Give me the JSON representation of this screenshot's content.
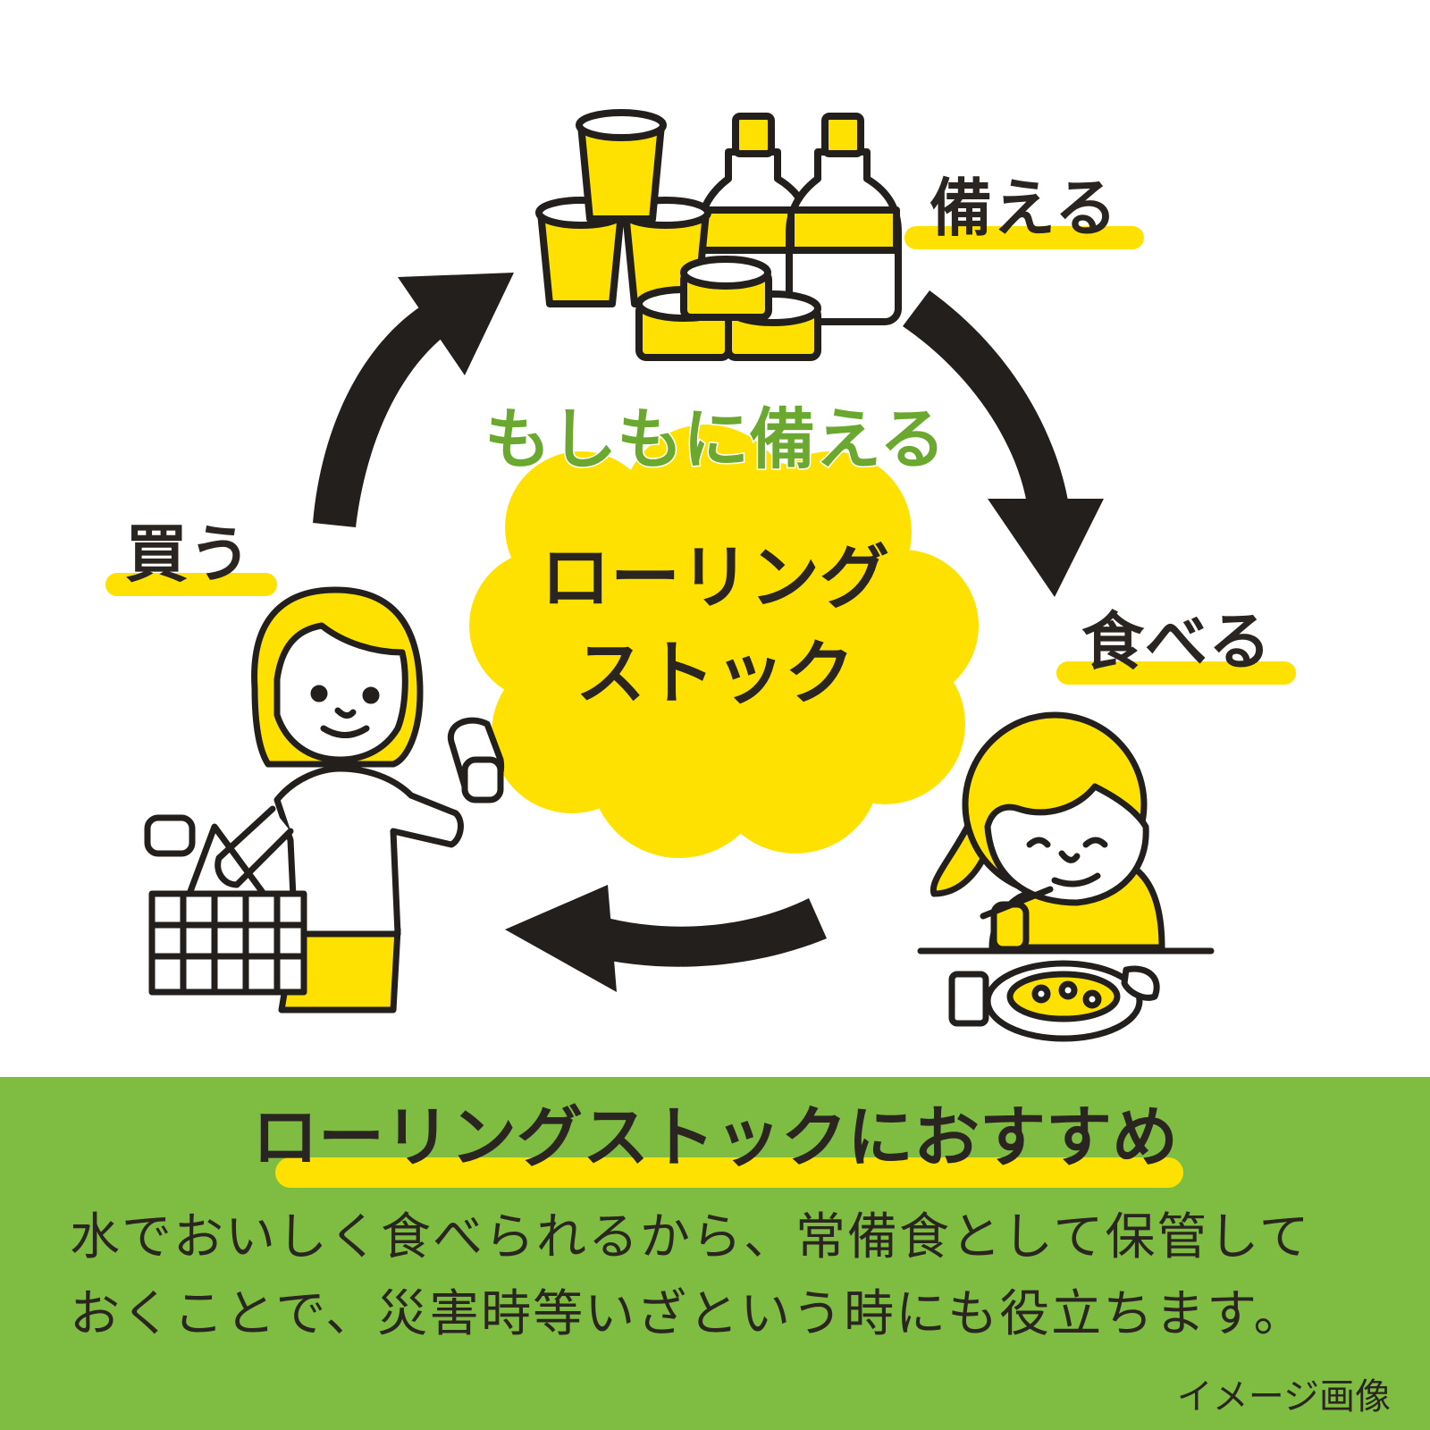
{
  "labels": {
    "prepare": "備える",
    "eat": "食べる",
    "buy": "買う"
  },
  "center": {
    "tag": "もしもに備える",
    "line1": "ローリング",
    "line2": "ストック"
  },
  "bottom": {
    "heading": "ローリングストックにおすすめ",
    "line1": "水でおいしく食べられるから、常備食として保管して",
    "line2": "おくことで、災害時等いざという時にも役立ちます。",
    "caption": "イメージ画像"
  },
  "colors": {
    "yellow": "#ffe100",
    "green": "#7ebc42",
    "green_text": "#6aa830",
    "ink": "#231f1c"
  },
  "icons": {
    "top": "emergency-food-stock-illustration",
    "right": "child-eating-illustration",
    "left": "shopper-with-basket-illustration",
    "arrows": "cycle-arrow-icon"
  }
}
